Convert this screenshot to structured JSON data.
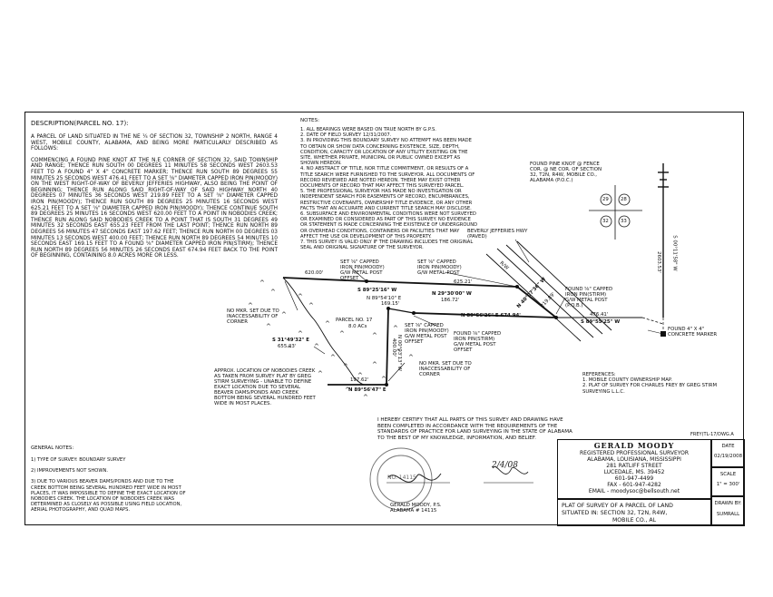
{
  "description": {
    "title": "DESCRIPTION(PARCEL NO. 17):",
    "para1": "A PARCEL OF LAND SITUATED IN THE NE ¼ OF SECTION 32, TOWNSHIP 2 NORTH, RANGE 4 WEST, MOBILE COUNTY, ALABAMA, AND BEING MORE PARTICULARLY DESCRIBED AS FOLLOWS:",
    "para2": "COMMENCING A FOUND PINE KNOT AT THE N.E CORNER OF SECTION 32, SAID TOWNSHIP AND RANGE; THENCE RUN SOUTH 00 DEGREES 11 MINUTES 58 SECONDS WEST 2603.53 FEET TO A FOUND 4\" X 4\" CONCRETE MARKER; THENCE RUN SOUTH 89 DEGREES 55 MINUTES 25 SECONDS WEST 476.41 FEET TO A SET ⅝\" DIAMETER CAPPED IRON PIN(MOODY) ON THE WEST RIGHT-OF-WAY OF BEVERLY JEFFERIES HIGHWAY, ALSO BEING THE POINT OF BEGINNING; THENCE RUN ALONG SAID RIGHT-OF-WAY OF SAID HIGHWAY NORTH 40 DEGREES 07 MINUTES 36 SECONDS WEST 219.89 FEET TO A SET ⅝\" DIAMETER CAPPED IRON PIN(MOODY); THENCE RUN SOUTH 89 DEGREES 25 MINUTES 16 SECONDS WEST 625.21 FEET TO A SET ⅝\" DIAMETER CAPPED IRON PIN(MOODY); THENCE CONTINUE SOUTH 89 DEGREES 25 MINUTES 16 SECONDS WEST 620.00 FEET TO A POINT IN NOBODIES CREEK; THENCE RUN ALONG SAID NOBODIES CREEK TO A POINT THAT IS SOUTH 31 DEGREES 49 MINUTES 32 SECONDS EAST 655.23 FEET FROM THE LAST POINT; THENCE RUN NORTH 89 DEGREES 56 MINUTES 47 SECONDS EAST 197.62 FEET; THENCE RUN NORTH 00 DEGREES 03 MINUTES 13 SECONDS WEST 400.00 FEET; THENCE RUN NORTH 89 DEGREES 54 MINUTES 10 SECONDS EAST 169.15 FEET TO A FOUND ⅝\" DIAMETER CAPPED IRON PIN(STIRM); THENCE RUN NORTH 89 DEGREES 56 MINUTES 26 SECONDS EAST 674.94 FEET BACK TO THE POINT OF BEGINNING, CONTAINING 8.0 ACRES MORE OR LESS."
  },
  "notes": {
    "title": "NOTES:",
    "items": [
      "1. ALL BEARINGS WERE BASED ON TRUE NORTH BY G.P.S.",
      "2. DATE OF FIELD SURVEY 12/31/2007.",
      "3. IN PROVIDING THIS BOUNDARY SURVEY NO ATTEMPT HAS BEEN MADE TO OBTAIN OR SHOW DATA CONCERNING EXISTENCE, SIZE, DEPTH, CONDITION, CAPACITY OR LOCATION OF ANY UTILITY EXISTING ON THE SITE, WHETHER PRIVATE, MUNICIPAL OR PUBLIC OWNED EXCEPT AS SHOWN HEREON.",
      "4. NO ABSTRACT OF TITLE, NOR TITLE COMMITMENT, OR RESULTS OF A TITLE SEARCH WERE FURNISHED TO THE SURVEYOR. ALL DOCUMENTS OF RECORD REVIEWED ARE NOTED HEREON. THERE MAY EXIST OTHER DOCUMENTS OF RECORD THAT MAY AFFECT THIS SURVEYED PARCEL.",
      "5. THE PROFESSIONAL SURVEYOR HAS MADE NO INVESTIGATION OR INDEPENDENT SEARCH FOR EASEMENTS OF RECORD, ENCUMBRANCES, RESTRICTIVE COVENANTS, OWNERSHIP TITLE EVIDENCE, OR ANY OTHER FACTS THAT AN ACCURATE AND CURRENT TITLE SEARCH MAY DISCLOSE.",
      "6. SUBSURFACE AND ENVIRONMENTAL CONDITIONS WERE NOT SURVEYED OR EXAMINED OR CONSIDERED AS PART OF THIS SURVEY. NO EVIDENCE OR STATEMENT IS MADE CONCERNING THE EXISTENCE OF UNDERGROUND OR OVERHEAD CONDITIONS, CONTAINERS OR FACILITIES THAT MAY AFFECT THE USE OR DEVELOPMENT OF THIS PROPERTY.",
      "7. THIS SURVEY IS VALID ONLY IF THE DRAWING INCLUDES THE ORIGINAL SEAL AND ORIGINAL SIGNATURE OF THE SURVEYOR."
    ]
  },
  "general_notes": {
    "title": "GENERAL NOTES:",
    "n1": "1) TYPE OF SURVEY:   BOUNDARY SURVEY",
    "n2": "2) IMPROVEMENTS NOT SHOWN.",
    "n3": "3) DUE TO VARIOUS BEAVER DAMS/PONDS AND DUE TO THE CREEK BOTTOM BEING SEVERAL HUNDRED FEET WIDE IN MOST PLACES, IT WAS IMPOSSIBLE TO DEFINE THE EXACT LOCATION OF NOBODIES CREEK. THE LOCATION OF NOBODIES CREEK WAS DETERMINED AS CLOSELY AS POSSIBLE USING FIELD LOCATION, AERIAL PHOTOGRAPHY, AND QUAD MAPS."
  },
  "plat": {
    "found_pine_knot": [
      "FOUND PINE KNOT @ FENCE",
      "COR. @ NE COR. OF SECTION",
      "32, T2N, R4W, MOBILE CO.,",
      "ALABAMA (P.O.C.)"
    ],
    "sections": [
      "29",
      "28",
      "32",
      "33"
    ],
    "highway": [
      "BEVERLY JEFFERIES HWY",
      "(PAVED)"
    ],
    "row_label": "R/W",
    "hwy_bearing": "N 40°07'36\" W",
    "hwy_distance": "219.89'",
    "vert_distance": "2603.53'",
    "vert_bearing": "S 00°11'58\" W",
    "set_pin_1": [
      "SET ⅝\" CAPPED",
      "IRON PIN(MOODY)",
      "G/W METAL POST",
      "OFFSET"
    ],
    "set_pin_2": [
      "SET ⅝\" CAPPED",
      "IRON PIN(MOODY)",
      "G/W METAL POST"
    ],
    "found_pin_stirm_pob": [
      "FOUND ⅝\" CAPPED",
      "IRON PIN(STIRM)",
      "G/W METAL POST",
      "(P.O.B.)"
    ],
    "found_pin_stirm_2": [
      "FOUND ⅝\" CAPPED",
      "IRON PIN(STIRM)",
      "G/W METAL POST",
      "OFFSET"
    ],
    "set_pin_3": [
      "SET ⅝\" CAPPED",
      "IRON PIN(MOODY)",
      "G/W METAL POST",
      "OFFSET"
    ],
    "dist_620": "620.00'",
    "dist_625": "625.21'",
    "bearing_s89_25": "S 89°25'16\" W",
    "bearing_n29": "N 29°30'00\" W",
    "dist_186": "186.72'",
    "bearing_n89_54": "N 89°54'10\" E",
    "dist_169": "169.15'",
    "bearing_n89_56_26": "N 89°56'26\" E  674.94'",
    "dist_476": "476.41'",
    "bearing_s89_55": "S 89°55'25\" W",
    "found_concrete": [
      "FOUND 4\" X 4\"",
      "CONCRETE MARKER"
    ],
    "parcel_name": "PARCEL NO. 17",
    "parcel_acres": "8.0 ACs",
    "no_mkr_1": [
      "NO MKR. SET DUE TO",
      "INACCESSABILITY OF",
      "CORNER"
    ],
    "no_mkr_2": [
      "NO MKR. SET DUE TO",
      "INACCESSABILITY OF",
      "CORNER"
    ],
    "bearing_s31": "S 31°49'32\" E",
    "dist_655": "655.23'",
    "dist_400": "400.00'",
    "bearing_n00_03": "N 00°03'13\" W",
    "dist_197": "197.62'",
    "bearing_n89_56_47": "N 89°56'47\" E",
    "creek_note": [
      "APPROX. LOCATION OF NOBODIES CREEK",
      "AS TAKEN FROM SURVEY PLAT BY GREG",
      "STIRM SURVEYING - UNABLE TO DEFINE",
      "EXACT LOCATION DUE TO SEVERAL",
      "BEAVER DAMS/PONDS AND CREEK",
      "BOTTOM BEING SEVERAL HUNDRED FEET",
      "WIDE IN MOST PLACES."
    ]
  },
  "references": {
    "title": "REFERENCES:",
    "r1": "1. MOBILE COUNTY OWNERSHIP MAP.",
    "r2": "2. PLAT OF SURVEY FOR CHARLES FREY BY GREG STIRM SURVEYING L.L.C."
  },
  "certification": "I HEREBY CERTIFY THAT ALL PARTS OF THIS SURVEY AND DRAWING HAVE BEEN COMPLETED IN ACCORDANCE WITH THE REQUIREMENTS OF THE STANDARDS OF PRACTICE FOR LAND SURVEYING IN THE STATE OF ALABAMA TO THE BEST OF MY KNOWLEDGE, INFORMATION, AND BELIEF.",
  "signature": {
    "name": "GERALD MOODY, P.S.",
    "license": "ALABAMA # 14115",
    "seal_number": "NO. 14115",
    "date_handwritten": "2/4/08"
  },
  "title_block": {
    "file_id": "FREY(TL-17/DWG.A",
    "name": "GERALD MOODY",
    "line1": "REGISTERED PROFESSIONAL SURVEYOR",
    "line2": "ALABAMA, LOUISIANA, MISSISSIPPI",
    "line3": "281 RATLIFF STREET",
    "line4": "LUCEDALE, MS. 39452",
    "line5": "601-947-4499",
    "line6": "FAX - 601-947-4282",
    "line7": "EMAIL - moodysoc@bellsouth.net",
    "plat_title_1": "PLAT OF SURVEY OF A PARCEL OF LAND",
    "plat_title_2": "SITUATED IN: SECTION 32, T2N, R4W,",
    "plat_title_3": "MOBILE CO., AL",
    "date_label": "DATE",
    "date_value": "02/19/2008",
    "scale_label": "SCALE",
    "scale_value": "1\" = 300'",
    "drawn_label": "DRAWN BY:",
    "drawn_value": "SUMRALL"
  }
}
